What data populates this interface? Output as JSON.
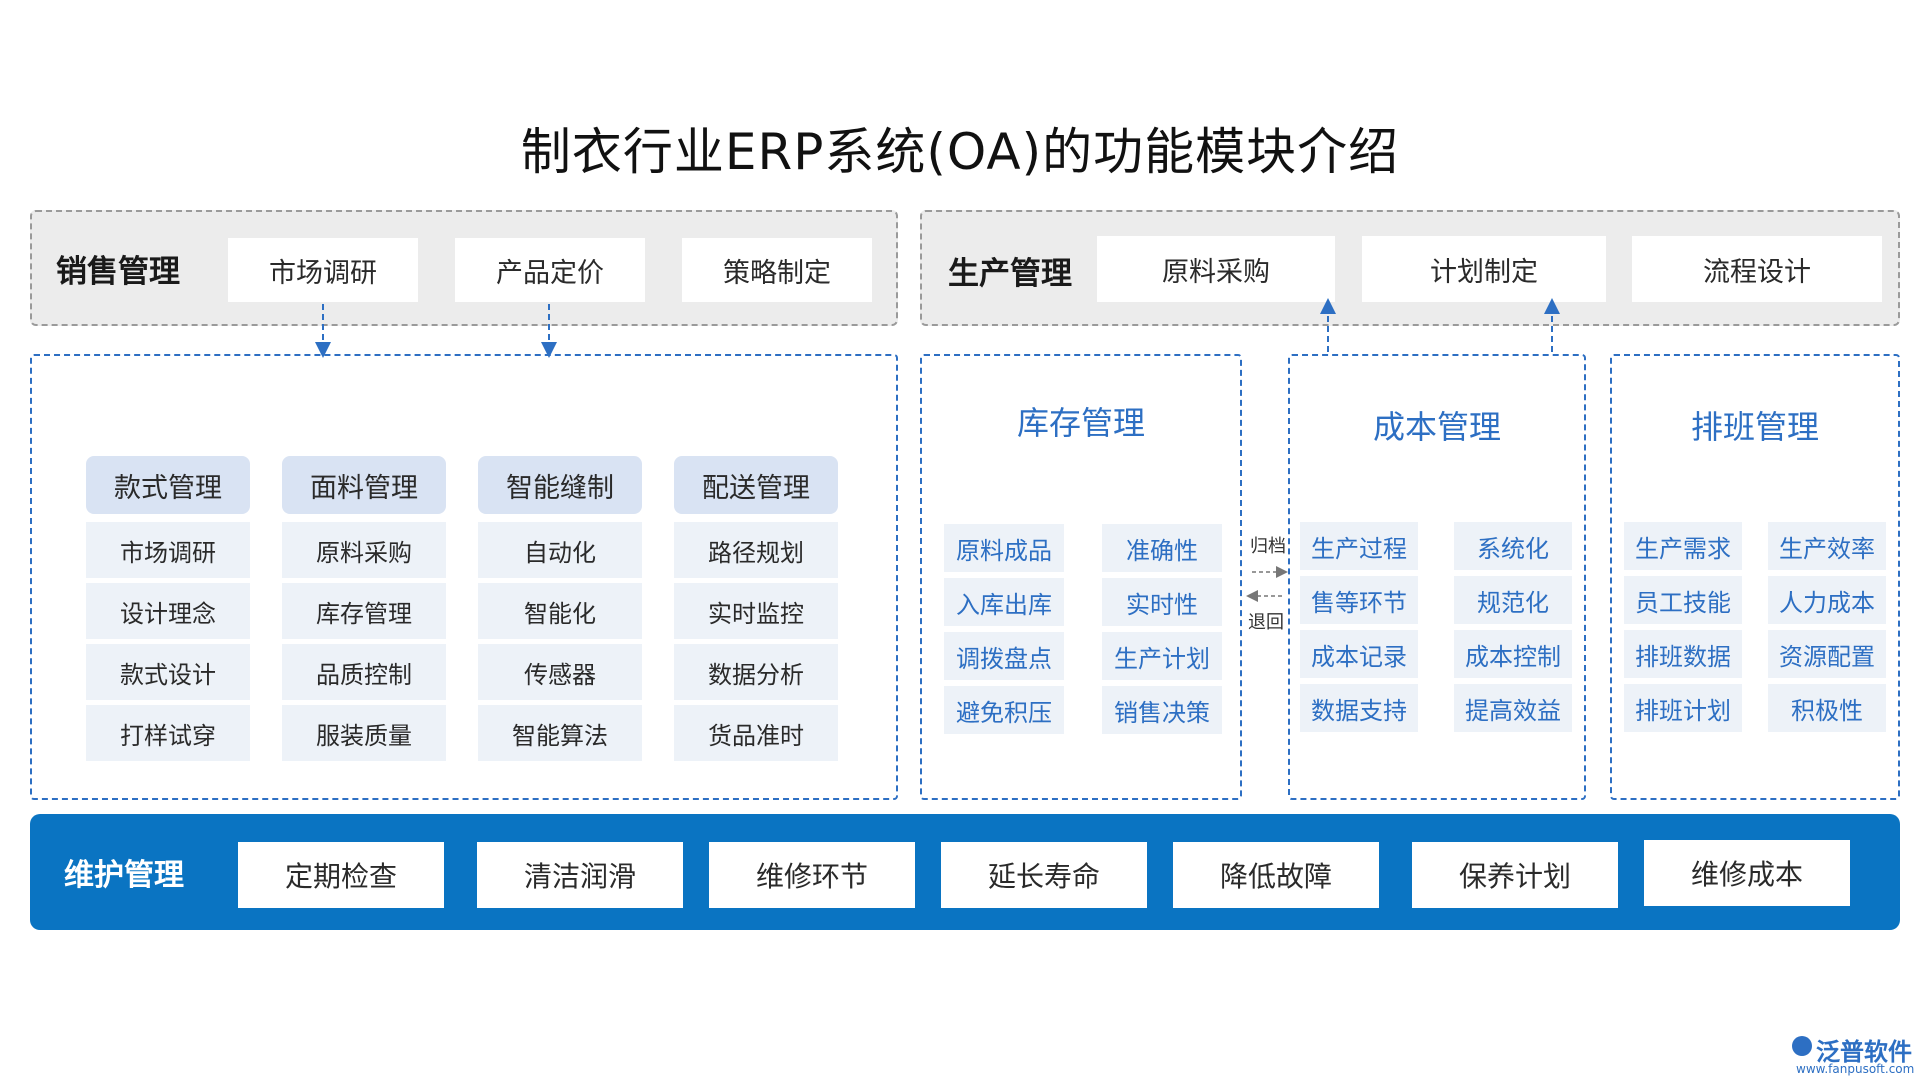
{
  "title": "制衣行业ERP系统(OA)的功能模块介绍",
  "sales": {
    "label": "销售管理",
    "items": [
      "市场调研",
      "产品定价",
      "策略制定"
    ]
  },
  "production": {
    "label": "生产管理",
    "items": [
      "原料采购",
      "计划制定",
      "流程设计"
    ]
  },
  "columns": [
    {
      "head": "款式管理",
      "items": [
        "市场调研",
        "设计理念",
        "款式设计",
        "打样试穿"
      ]
    },
    {
      "head": "面料管理",
      "items": [
        "原料采购",
        "库存管理",
        "品质控制",
        "服装质量"
      ]
    },
    {
      "head": "智能缝制",
      "items": [
        "自动化",
        "智能化",
        "传感器",
        "智能算法"
      ]
    },
    {
      "head": "配送管理",
      "items": [
        "路径规划",
        "实时监控",
        "数据分析",
        "货品准时"
      ]
    }
  ],
  "inventory": {
    "title": "库存管理",
    "left": [
      "原料成品",
      "入库出库",
      "调拨盘点",
      "避免积压"
    ],
    "right": [
      "准确性",
      "实时性",
      "生产计划",
      "销售决策"
    ]
  },
  "cost": {
    "title": "成本管理",
    "left": [
      "生产过程",
      "售等环节",
      "成本记录",
      "数据支持"
    ],
    "right": [
      "系统化",
      "规范化",
      "成本控制",
      "提高效益"
    ]
  },
  "schedule": {
    "title": "排班管理",
    "left": [
      "生产需求",
      "员工技能",
      "排班数据",
      "排班计划"
    ],
    "right": [
      "生产效率",
      "人力成本",
      "资源配置",
      "积极性"
    ]
  },
  "flow": {
    "archive": "归档",
    "return": "退回"
  },
  "maintenance": {
    "label": "维护管理",
    "items": [
      "定期检查",
      "清洁润滑",
      "维修环节",
      "延长寿命",
      "降低故障",
      "保养计划",
      "维修成本"
    ]
  },
  "logo": {
    "name": "泛普软件",
    "url": "www.fanpusoft.com"
  },
  "colors": {
    "accent": "#2d6fc3",
    "bar": "#0a74c2",
    "head": "#d9e3f3",
    "item": "#edf2f8"
  }
}
